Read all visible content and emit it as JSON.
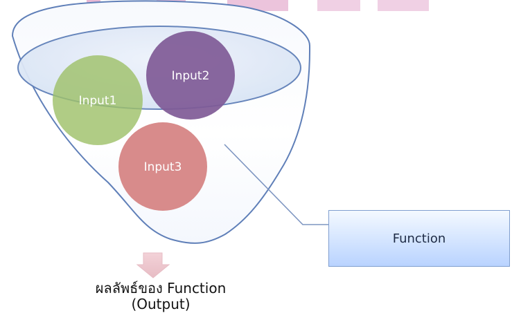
{
  "diagram": {
    "inputs": [
      {
        "label": "Input1",
        "color": "#9fc16a"
      },
      {
        "label": "Input2",
        "color": "#7f5a96"
      },
      {
        "label": "Input3",
        "color": "#d47e7e"
      }
    ],
    "function_label": "Function",
    "output_lines": [
      "ผลลัพธ์ของ Function",
      "(Output)"
    ],
    "colors": {
      "funnel_outline": "#5f7fb8",
      "funnel_fill": "#dfe8f5",
      "function_border": "#7f9ecf",
      "top_decoration": "#e6b6d2",
      "arrow": "#e7bcc4"
    }
  }
}
